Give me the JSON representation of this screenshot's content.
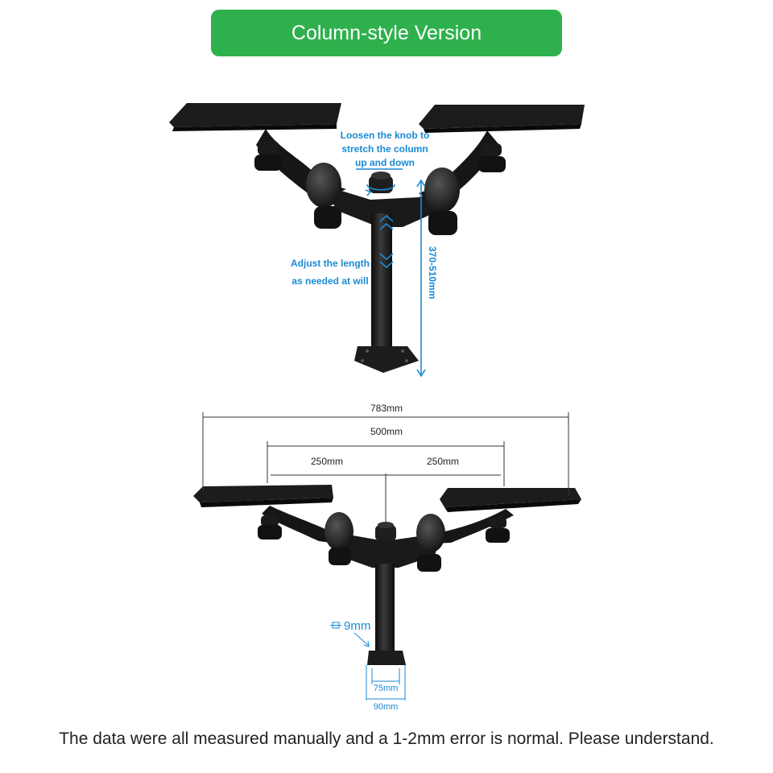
{
  "header": {
    "title": "Column-style Version"
  },
  "top_view": {
    "knob_note": "Loosen the knob to stretch the column up and down",
    "knob_note_lines": [
      "Loosen the knob to",
      "stretch the column",
      "up and down"
    ],
    "length_note_lines": [
      "Adjust the length",
      "as needed at will"
    ],
    "height_range": "370-510mm"
  },
  "bottom_view": {
    "total_width": "783mm",
    "inner_width": "500mm",
    "left_half": "250mm",
    "right_half": "250mm",
    "bolt_size": "9mm",
    "base_inner": "75mm",
    "base_outer": "90mm"
  },
  "footer": {
    "note": "The data were all measured manually and a 1-2mm error is normal. Please understand."
  },
  "colors": {
    "title_bg": "#2eb14d",
    "annotation_blue": "#1a8ad4",
    "mount_black": "#1c1c1c"
  }
}
